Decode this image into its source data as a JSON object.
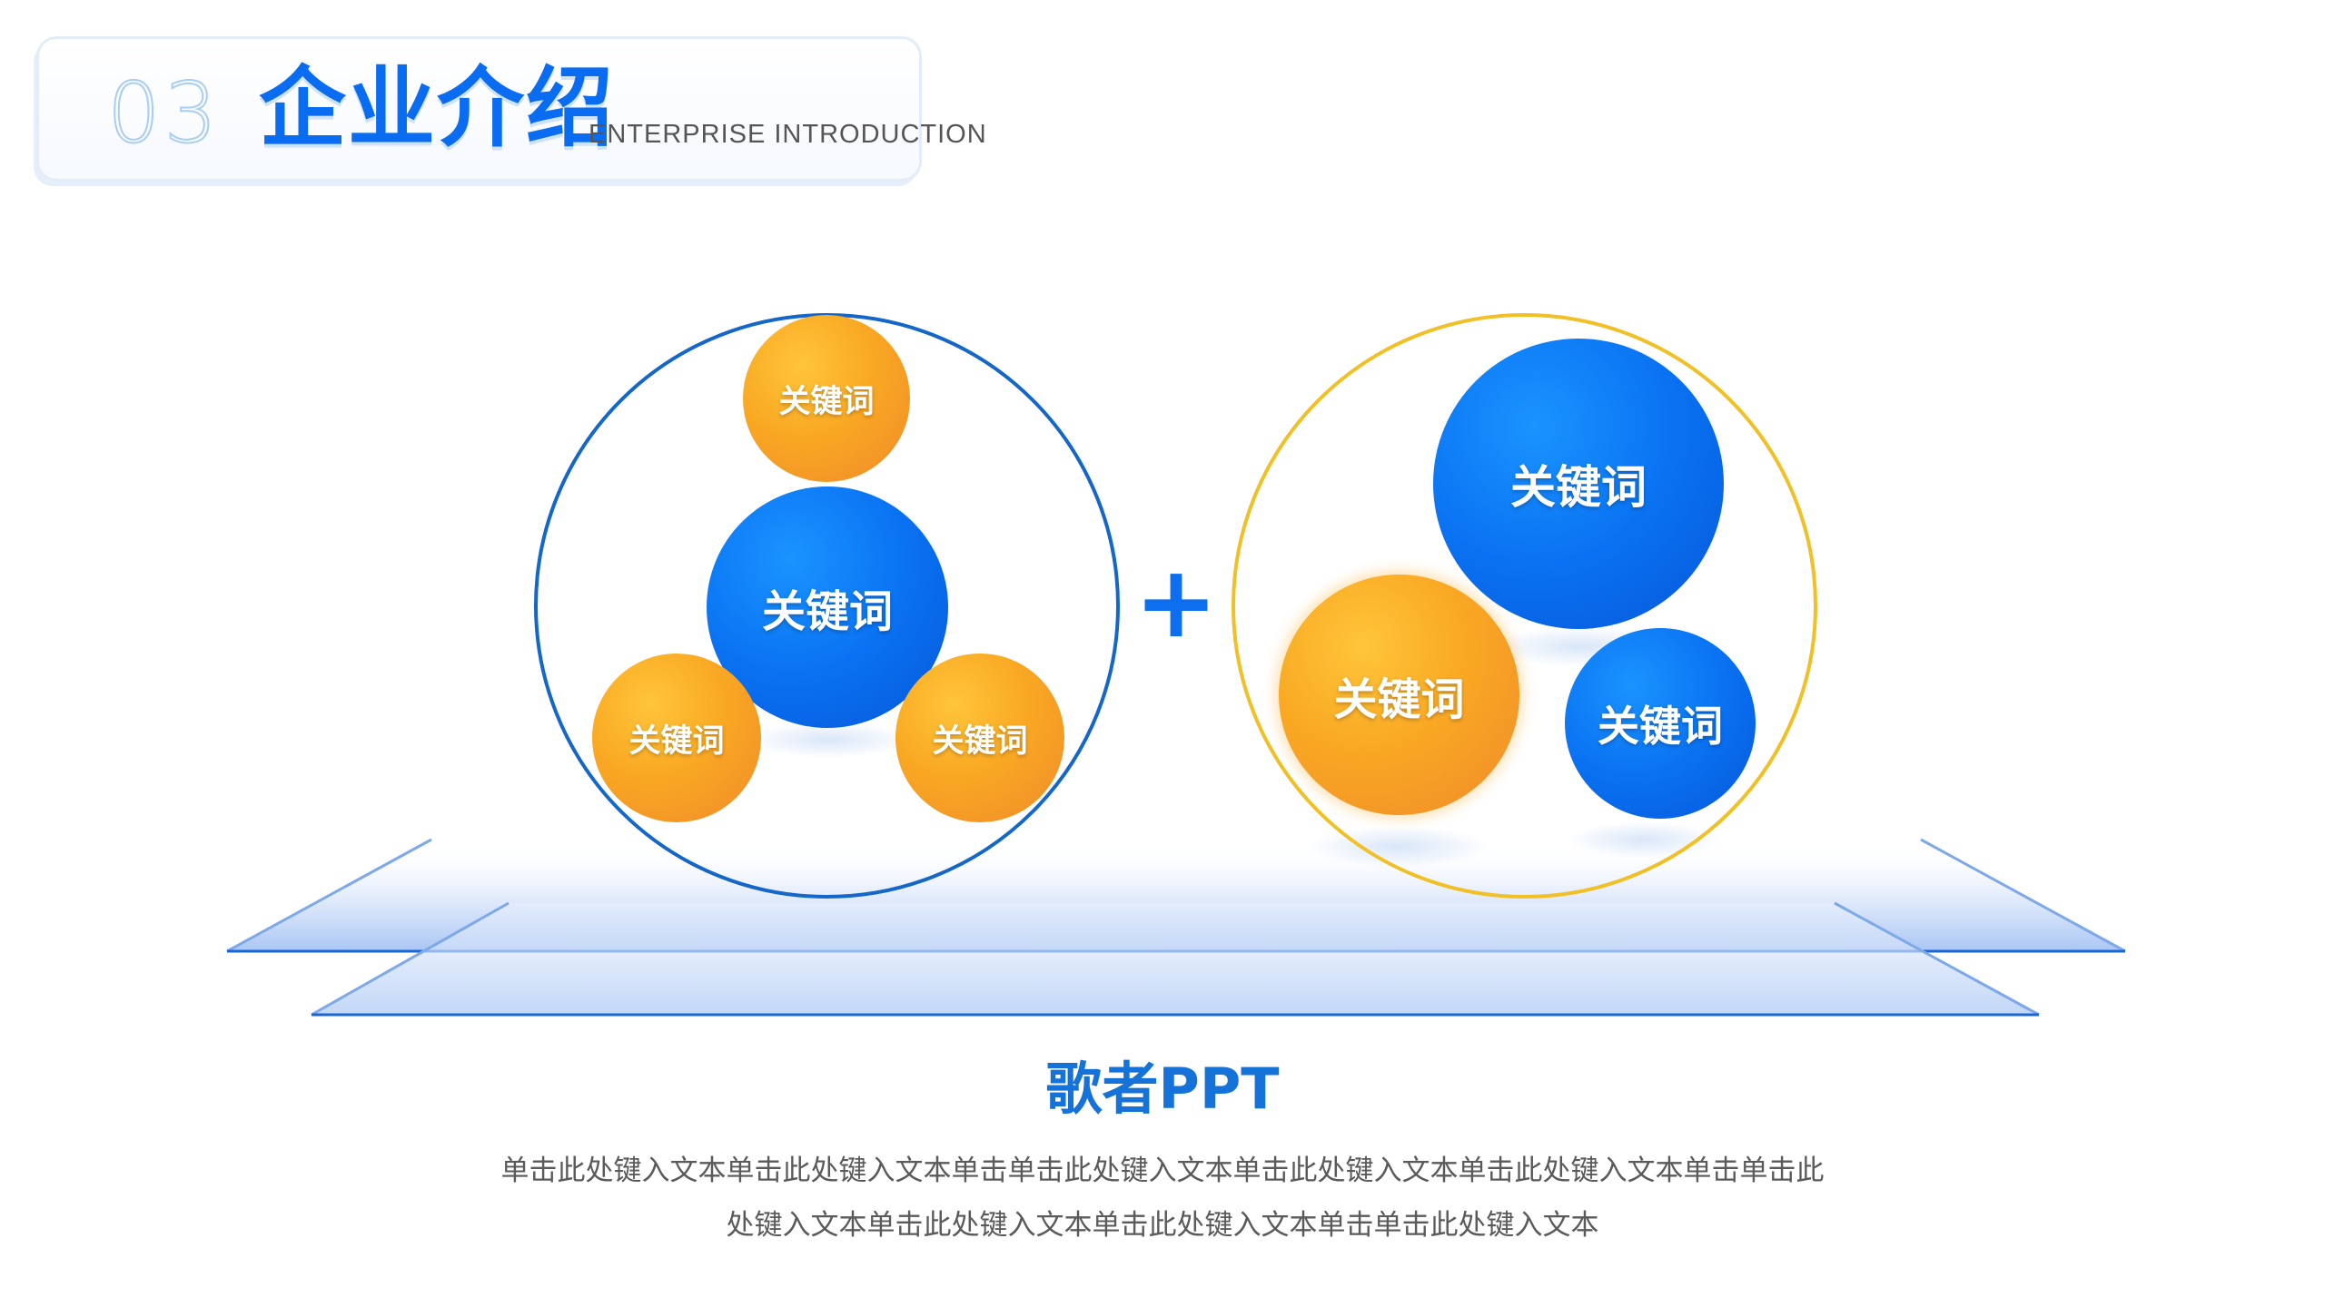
{
  "header": {
    "number": "03",
    "title": "企业介绍",
    "subtitle": "ENTERPRISE INTRODUCTION"
  },
  "diagram": {
    "left_group": {
      "center": "关键词",
      "top": "关键词",
      "bottom_left": "关键词",
      "bottom_right": "关键词"
    },
    "operator": "+",
    "right_group": {
      "large": "关键词",
      "left": "关键词",
      "right": "关键词"
    }
  },
  "caption": {
    "title": "歌者PPT",
    "body": "单击此处键入文本单击此处键入文本单击单击此处键入文本单击此处键入文本单击此处键入文本单击单击此处键入文本单击此处键入文本单击此处键入文本单击单击此处键入文本"
  },
  "colors": {
    "primary_blue": "#0a6cf0",
    "accent_orange": "#f9a823",
    "ring_yellow": "#f1bf26"
  }
}
